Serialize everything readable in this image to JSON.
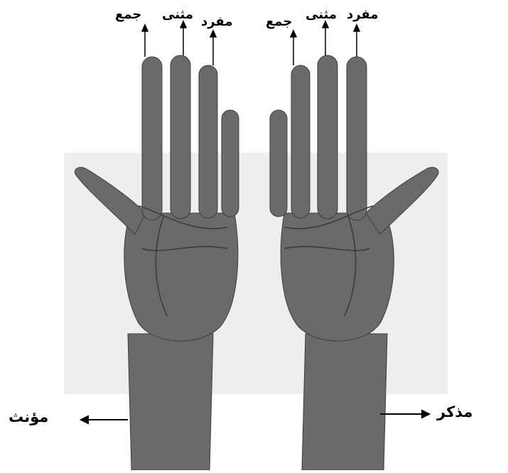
{
  "labels": {
    "left_hand": {
      "plural": "جمع",
      "dual": "مثنى",
      "singular": "مفرد"
    },
    "right_hand": {
      "plural": "جمع",
      "dual": "مثنى",
      "singular": "مفرد"
    },
    "feminine": "مؤنث",
    "masculine": "مذكر"
  },
  "colors": {
    "skin": "#6d6d6d",
    "skin_dark": "#4f4f4f",
    "backdrop": "#ececec",
    "arrow": "#000000"
  }
}
